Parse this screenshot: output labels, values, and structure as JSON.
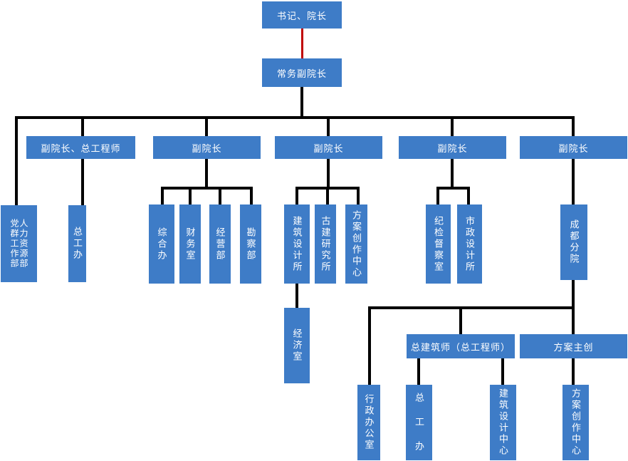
{
  "colors": {
    "background": "#FFFFFF",
    "box_fill": "#3E7CC7",
    "box_text": "#FFFFFF",
    "connector": "#000000",
    "root_connector": "#C00000"
  },
  "org": {
    "root": "书记、院长",
    "exec_vice_dean": "常务副院长",
    "vice_deans": [
      "副院长、总工程师",
      "副院长",
      "副院长",
      "副院长",
      "副院长"
    ],
    "departments": {
      "party_mass_work_dept": "党群工作部",
      "hr_dept": "人力资源部",
      "chief_engineer_office": "总工办",
      "general_affairs_office": "综合办",
      "finance_office": "财务室",
      "business_dept": "经营部",
      "survey_dept": "勘察部",
      "architectural_design_institute": "建筑设计所",
      "ancient_architecture_research_institute": "古建研究所",
      "scheme_creation_center": "方案创作中心",
      "economy_office": "经济室",
      "discipline_inspection_supervision_office": "纪检督察室",
      "municipal_design_institute": "市政设计所",
      "chengdu_branch": "成都分院",
      "chengdu_chief_architect": "总建筑师（总工程师）",
      "chengdu_scheme_lead": "方案主创",
      "chengdu_admin_office": "行政办公室",
      "chengdu_chief_engineer_office": "总 工 办",
      "chengdu_architectural_design_center": "建筑设计中心",
      "chengdu_scheme_creation_center": "方案创作中心"
    }
  }
}
